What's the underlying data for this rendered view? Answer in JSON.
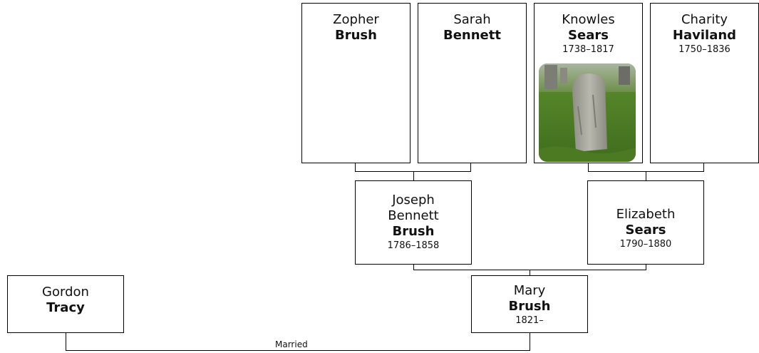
{
  "people": {
    "zopher": {
      "given": "Zopher",
      "surname": "Brush",
      "dates": ""
    },
    "sarah": {
      "given": "Sarah",
      "surname": "Bennett",
      "dates": ""
    },
    "knowles": {
      "given": "Knowles",
      "surname": "Sears",
      "dates": "1738–1817",
      "photo": "gravestone-photo"
    },
    "charity": {
      "given": "Charity",
      "surname": "Haviland",
      "dates": "1750–1836"
    },
    "joseph": {
      "given_1": "Joseph",
      "given_2": "Bennett",
      "surname": "Brush",
      "dates": "1786–1858"
    },
    "elizabeth": {
      "given": "Elizabeth",
      "surname": "Sears",
      "dates": "1790–1880"
    },
    "gordon": {
      "given": "Gordon",
      "surname": "Tracy",
      "dates": ""
    },
    "mary": {
      "given": "Mary",
      "surname": "Brush",
      "dates": "1821–"
    }
  },
  "labels": {
    "married": "Married"
  }
}
